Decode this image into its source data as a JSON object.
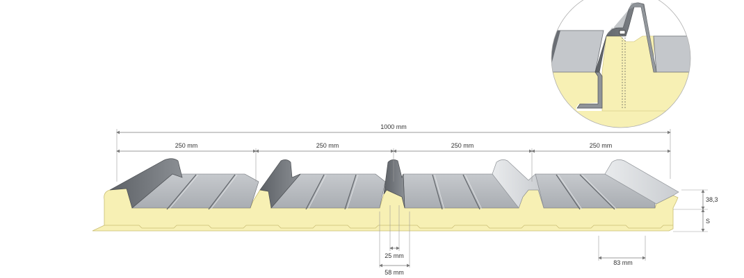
{
  "dimensions": {
    "total_width": "1000 mm",
    "module_1": "250 mm",
    "module_2": "250 mm",
    "module_3": "250 mm",
    "module_4": "250 mm",
    "rib_height": "38,3",
    "thickness": "S",
    "rib_top": "25 mm",
    "rib_base": "58 mm",
    "underlap": "83 mm"
  },
  "colors": {
    "foam": "#f7f0b4",
    "foam_edge": "#c9bd72",
    "metal_light": "#d7dadd",
    "metal_mid": "#b4b8bd",
    "metal_dark": "#6a6e74",
    "metal_edge": "#4b4e52",
    "dimension_line": "#7a7a7a",
    "text": "#333333"
  }
}
